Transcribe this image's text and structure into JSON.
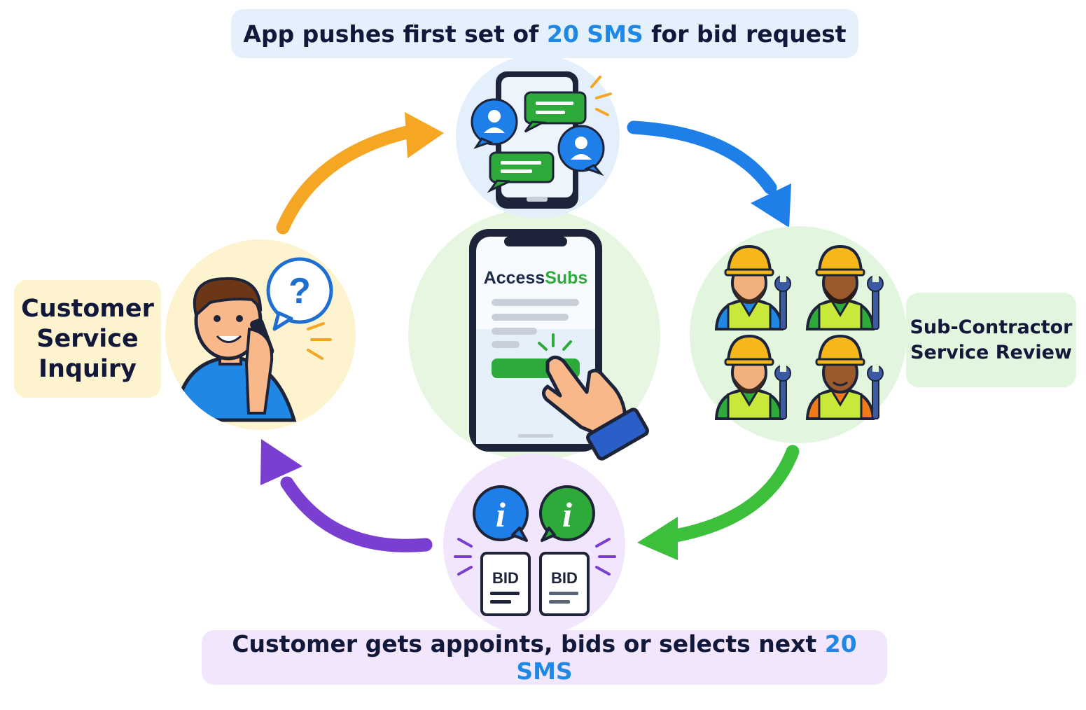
{
  "top_banner": {
    "prefix": "App pushes first set of ",
    "highlight": "20 SMS",
    "suffix": " for bid request"
  },
  "bottom_banner": {
    "prefix": "Customer gets appoints, bids or selects next ",
    "highlight": "20 SMS"
  },
  "left_label": {
    "lines": [
      "Customer",
      "Service",
      "Inquiry"
    ]
  },
  "right_label": {
    "lines": [
      "Sub-Contractor",
      "Service Review"
    ]
  },
  "center_app": {
    "brand_prefix": "Access",
    "brand_suffix": "Subs",
    "question_mark": "?"
  },
  "bid_cards": [
    {
      "label": "BID"
    },
    {
      "label": "BID"
    }
  ],
  "info_bubbles": [
    {
      "glyph": "i"
    },
    {
      "glyph": "i"
    }
  ],
  "colors": {
    "arrow_top_left": "#f5a623",
    "arrow_top_right": "#1f7fe8",
    "arrow_bottom_right": "#3cbf3a",
    "arrow_bottom_left": "#7a3fd0",
    "accent_blue": "#1f88e5",
    "brand_green": "#2eaa3a"
  }
}
